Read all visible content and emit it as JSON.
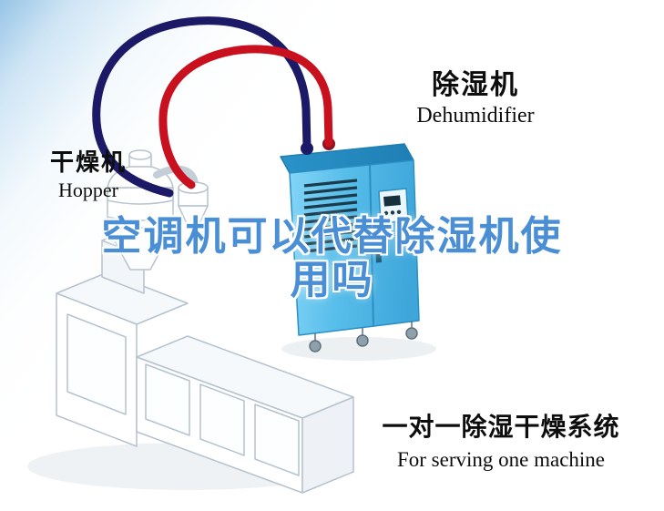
{
  "labels": {
    "hopper": {
      "cn": "干燥机",
      "en": "Hopper"
    },
    "dehumidifier": {
      "cn": "除湿机",
      "en": "Dehumidifier"
    }
  },
  "watermark": {
    "line1": "空调机可以代替除湿机使",
    "line2": "用吗"
  },
  "caption": {
    "cn": "一对一除湿干燥系统",
    "en": "For serving one machine"
  },
  "colors": {
    "watermark_blue": "#4a8fd6",
    "pipe_red": "#c8101e",
    "pipe_navy": "#1c1a66",
    "dehumidifier_body": "#57bdea",
    "dehumidifier_top": "#2892c8",
    "machine_outline": "#b6c2ce",
    "background_corner_blue": "#8cbee4"
  }
}
